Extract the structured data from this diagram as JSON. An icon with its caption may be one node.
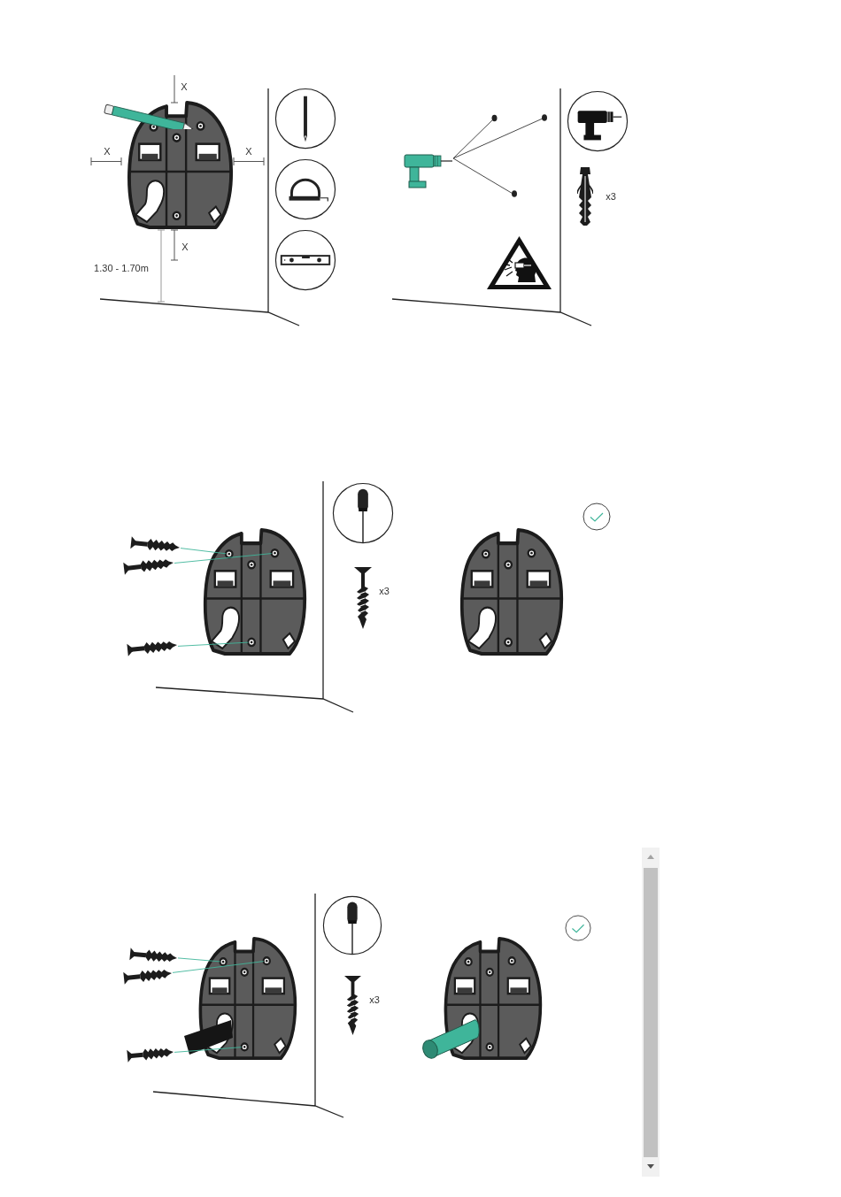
{
  "diagram": {
    "nodes": [
      {
        "text": [],
        "shape": "picture"
      },
      {
        "text": [],
        "shape": "circle",
        "in": 0
      },
      {
        "text": [],
        "shape": "circle",
        "in": 0
      },
      {
        "text": [],
        "shape": "circle",
        "in": 0
      },
      {
        "text": [],
        "shape": "picture"
      },
      {
        "text": [],
        "shape": "picture"
      },
      {
        "text": [],
        "shape": "picture"
      },
      {
        "text": [],
        "shape": "picture"
      },
      {
        "text": [],
        "shape": "circle",
        "in": 7
      },
      {
        "text": [],
        "shape": "circle",
        "in": 7
      },
      {
        "text": [],
        "shape": "circle",
        "in": 7
      },
      {
        "text": [],
        "shape": "picture"
      },
      {
        "text": [],
        "shape": "picture"
      },
      {
        "text": [],
        "shape": "picture"
      }
    ],
    "edges": [
      {
        "from": 4,
        "to": 1,
        "arrow": "none"
      },
      {
        "from": 5,
        "to": 2,
        "arrow": "none"
      },
      {
        "from": 6,
        "to": 3,
        "arrow": "none"
      },
      {
        "from": 11,
        "to": 8,
        "arrow": "none"
      },
      {
        "from": 12,
        "to": 9,
        "arrow": "none"
      },
      {
        "from": 13,
        "to": 10,
        "arrow": "none"
      }
    ],
    "labels": [
      "X",
      "X",
      "X",
      "X",
      "1.30 - 1.70m",
      "x3",
      "x3",
      "x3"
    ]
  }
}
